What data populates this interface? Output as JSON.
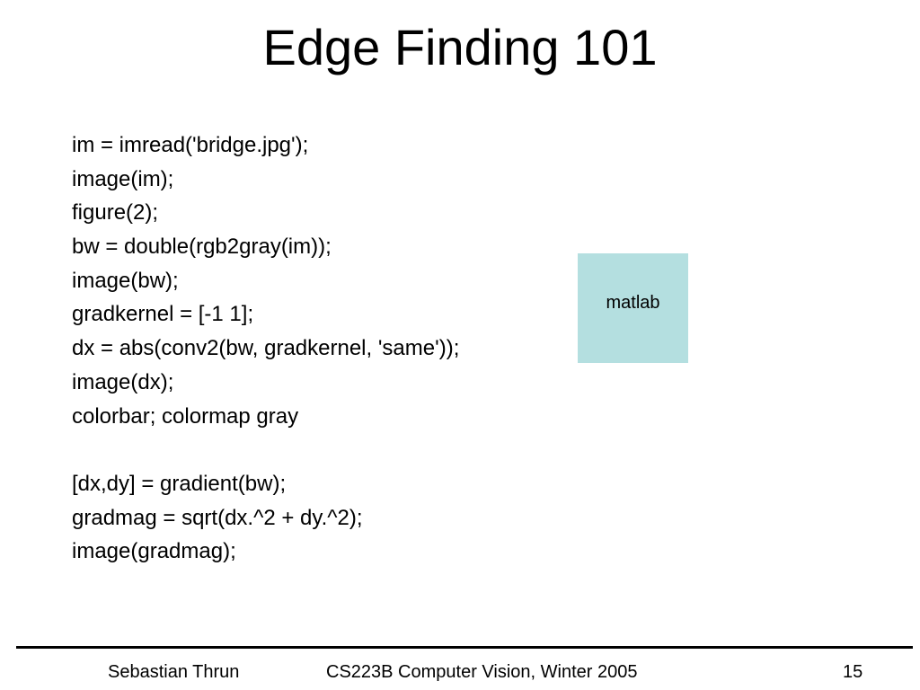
{
  "title": "Edge Finding 101",
  "code_lines": [
    "im = imread('bridge.jpg');",
    "image(im);",
    "figure(2);",
    "bw = double(rgb2gray(im));",
    "image(bw);",
    "gradkernel = [-1 1];",
    "dx = abs(conv2(bw, gradkernel, 'same'));",
    "image(dx);",
    "colorbar; colormap gray",
    "",
    "[dx,dy] = gradient(bw);",
    "gradmag = sqrt(dx.^2 + dy.^2);",
    "image(gradmag);"
  ],
  "callout": {
    "label": "matlab",
    "color": "#b4dfe0"
  },
  "footer": {
    "author": "Sebastian Thrun",
    "course": "CS223B Computer Vision, Winter 2005",
    "page_number": "15"
  }
}
